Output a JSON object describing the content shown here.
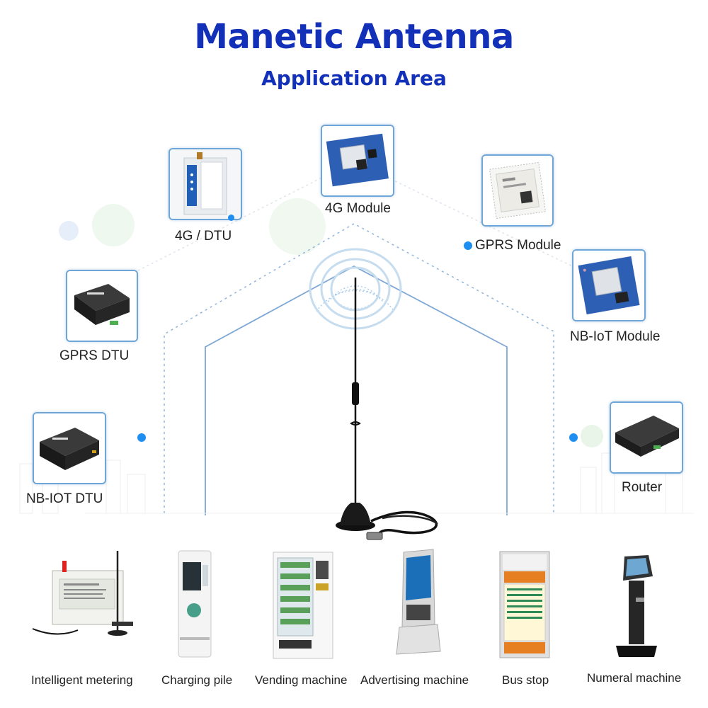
{
  "header": {
    "title": "Manetic Antenna",
    "subtitle": "Application Area"
  },
  "colors": {
    "title": "#1230b8",
    "accent": "#1e8ff0",
    "card_border": "#6fa6d8",
    "device_blue": "#2d5fb5"
  },
  "devices": {
    "dtu_4g": "4G / DTU",
    "module_4g": "4G Module",
    "gprs_module": "GPRS Module",
    "gprs_dtu": "GPRS DTU",
    "nbiot_module": "NB-IoT Module",
    "nbiot_dtu": "NB-IOT DTU",
    "router": "Router"
  },
  "applications": {
    "metering": "Intelligent metering",
    "charging": "Charging pile",
    "vending": "Vending machine",
    "advertising": "Advertising machine",
    "busstop": "Bus stop",
    "numeral": "Numeral machine"
  },
  "icons": [
    "dtu-4g-icon",
    "module-4g-icon",
    "gprs-module-icon",
    "gprs-dtu-icon",
    "nbiot-module-icon",
    "nbiot-dtu-icon",
    "router-icon",
    "magnetic-antenna-icon",
    "meter-icon",
    "charging-pile-icon",
    "vending-machine-icon",
    "advertising-kiosk-icon",
    "bus-stop-sign-icon",
    "queue-machine-icon"
  ]
}
